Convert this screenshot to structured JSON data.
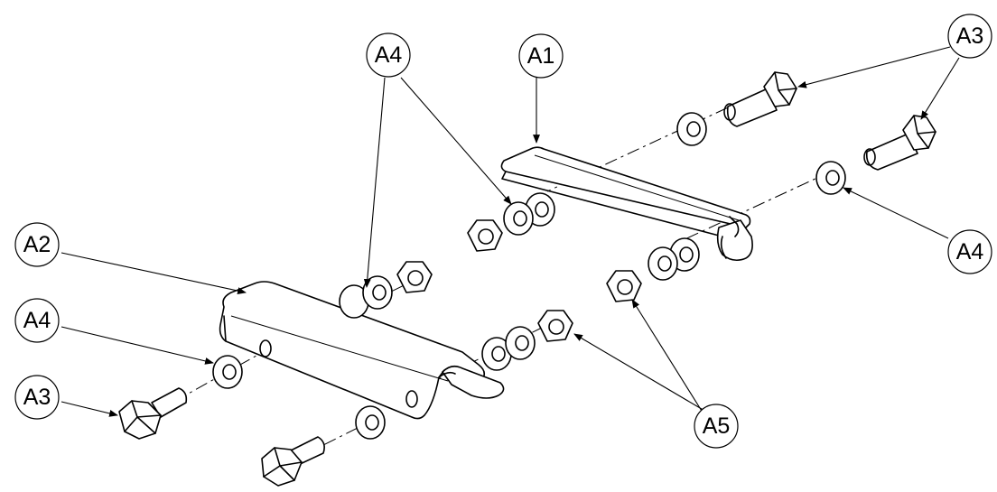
{
  "callouts": {
    "a1": "A1",
    "a2": "A2",
    "a3_top": "A3",
    "a3_left": "A3",
    "a4_top": "A4",
    "a4_right": "A4",
    "a4_left": "A4",
    "a5": "A5"
  }
}
